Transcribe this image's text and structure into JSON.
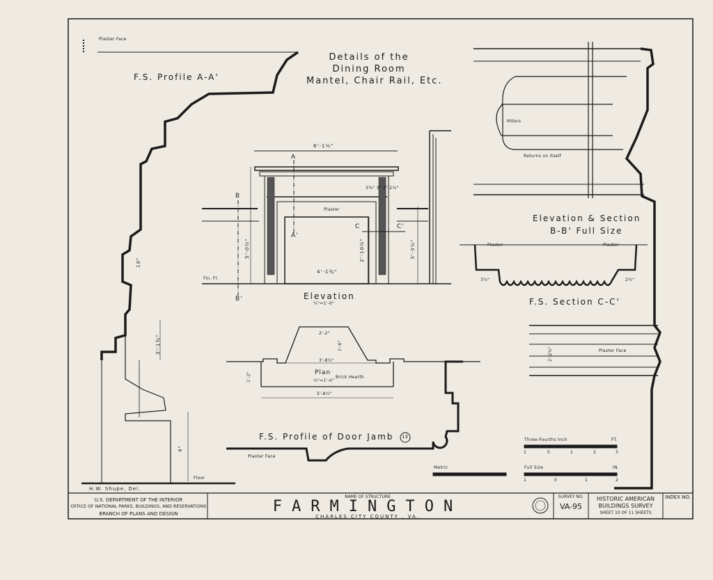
{
  "drawing": {
    "title_lines": [
      "Details of the",
      "Dining Room",
      "Mantel, Chair Rail, Etc."
    ],
    "labels": {
      "plaster_face_top": "Plaster Face",
      "profile_aa": "F.S. Profile A-A'",
      "dim_10": "10\"",
      "dim_3_1_3_4": "3'-1¾\"",
      "dim_4": "4\"",
      "delineator": "H.W. Shupe, Del.",
      "floor": "Floor",
      "dim_6_1_1_2": "6'-1½\"",
      "A": "A",
      "A_prime": "A'",
      "B": "B",
      "B_prime": "B'",
      "C": "C",
      "C_prime": "C'",
      "plaster": "Plaster",
      "dim_mantel_small": "3⅜\" 3\" 2\" 2¾\"",
      "dim_5_0_1_2": "5'-0½\"",
      "dim_2_10_1_2": "2'-10½\"",
      "dim_3_3_1_2": "3'-3½\"",
      "dim_4_1_3_4": "4'-1¾\"",
      "fin_fl": "Fin. Fl.",
      "elevation": "Elevation",
      "elevation_scale": "¾\"=1'-0\"",
      "miters": "Miters",
      "returns": "Returns on itself",
      "elev_section_bb": "Elevation & Section",
      "bb_full_size": "B-B' Full Size",
      "plaster_left": "Plaster",
      "plaster_right": "Plaster",
      "dim_3_1_4": "3¼\"",
      "dim_2_3_4": "2¾\"",
      "section_cc": "F.S. Section C-C'",
      "dim_2_2": "2'-2\"",
      "dim_1_6": "1'-6\"",
      "dim_3_8_1_2": "3'-8½\"",
      "plan": "Plan",
      "plan_scale": "¾\"=1'-0\"",
      "brick_hearth": "Brick Hearth",
      "dim_1_2": "1'-2\"",
      "dim_5_8_1_2": "5'-8½\"",
      "dim_2_3_4b": "2'-2¾\"",
      "plaster_face_right": "Plaster Face",
      "door_jamb": "F.S. Profile of Door Jamb",
      "door_number": "13",
      "plaster_face_bottom": "Plaster Face"
    },
    "scales": {
      "three_fourths": {
        "label": "Three-Fourths Inch",
        "unit": "FT.",
        "ticks": [
          "1",
          "0",
          "1",
          "2",
          "3"
        ]
      },
      "metric": {
        "label": "Metric"
      },
      "full_size": {
        "label": "Full Size",
        "unit": "IN.",
        "ticks": [
          "1",
          "0",
          "1",
          "2"
        ]
      }
    }
  },
  "title_block": {
    "agency_line1": "U.S. DEPARTMENT OF THE INTERIOR",
    "agency_line2": "OFFICE OF NATIONAL PARKS, BUILDINGS, AND RESERVATIONS",
    "agency_line3": "BRANCH OF PLANS AND DESIGN",
    "name_label": "NAME OF STRUCTURE",
    "structure_name": "FARMINGTON",
    "location": "CHARLES CITY COUNTY , VA.",
    "survey_label": "SURVEY NO.",
    "survey_no": "VA-95",
    "habs_line1": "HISTORIC AMERICAN",
    "habs_line2": "BUILDINGS SURVEY",
    "sheet_text": "SHEET 10 OF 11 SHEETS",
    "index_label": "INDEX NO."
  }
}
